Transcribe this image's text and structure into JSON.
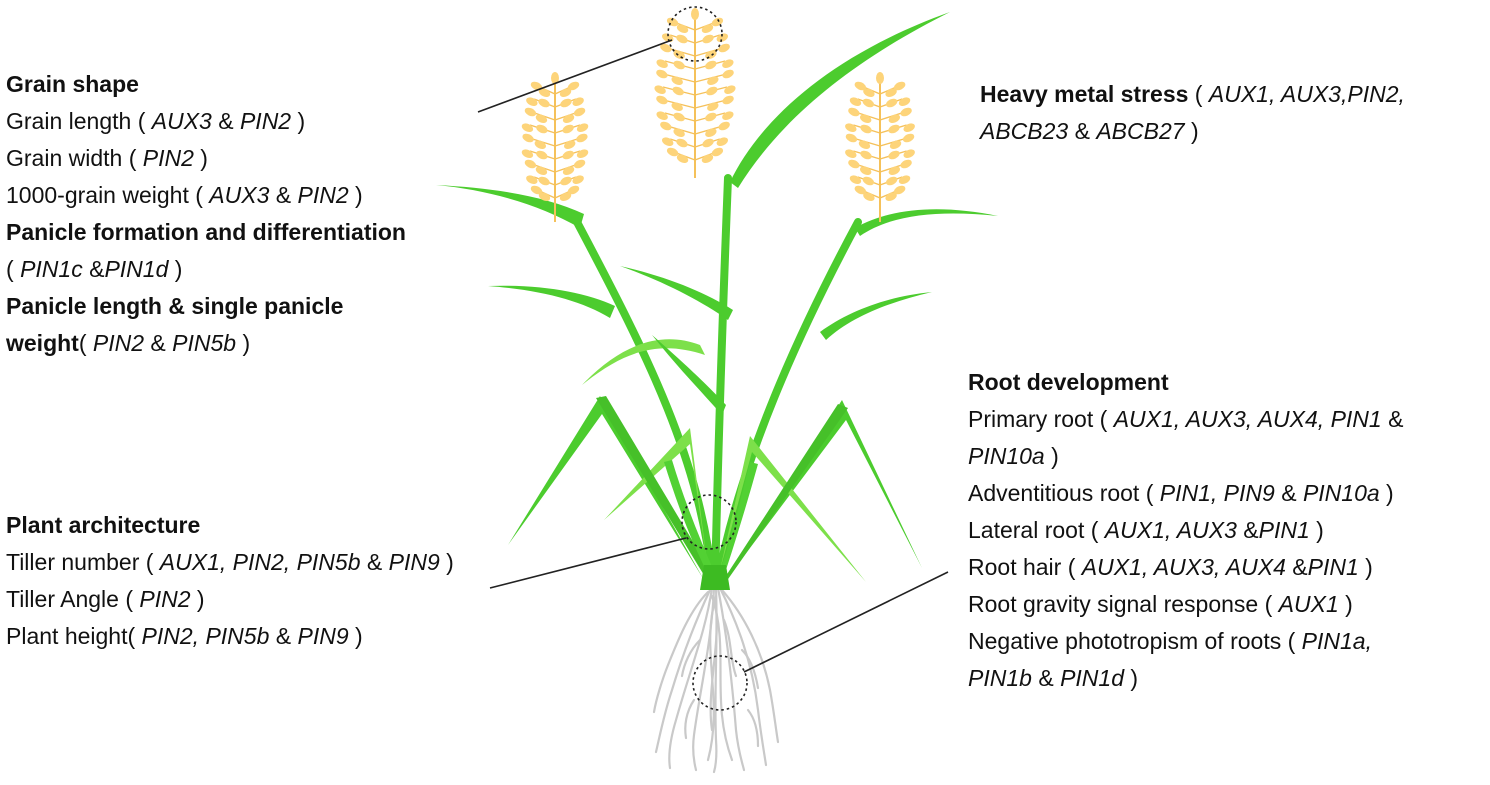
{
  "colors": {
    "leaf": "#4ccc2e",
    "leaf_light": "#7de04a",
    "grain": "#fdd47a",
    "root": "#c9c9c9",
    "text": "#111111"
  },
  "callouts": {
    "grain": {
      "lines": [
        [
          {
            "t": "Grain shape",
            "s": "h"
          }
        ],
        [
          {
            "t": "Grain length ( ",
            "s": "r"
          },
          {
            "t": "AUX3 ",
            "s": "g"
          },
          {
            "t": " & ",
            "s": "r"
          },
          {
            "t": "PIN2",
            "s": "g"
          },
          {
            "t": " )",
            "s": "r"
          }
        ],
        [
          {
            "t": "Grain width ( ",
            "s": "r"
          },
          {
            "t": "PIN2",
            "s": "g"
          },
          {
            "t": " )",
            "s": "r"
          }
        ],
        [
          {
            "t": "1000-grain weight ( ",
            "s": "r"
          },
          {
            "t": "AUX3",
            "s": "g"
          },
          {
            "t": " & ",
            "s": "r"
          },
          {
            "t": "PIN2",
            "s": "g"
          },
          {
            "t": " )",
            "s": "r"
          }
        ],
        [
          {
            "t": "Panicle formation and differentiation",
            "s": "h"
          }
        ],
        [
          {
            "t": "( ",
            "s": "r"
          },
          {
            "t": "PIN1c",
            "s": "g"
          },
          {
            "t": " &",
            "s": "r"
          },
          {
            "t": "PIN1d",
            "s": "g"
          },
          {
            "t": " )",
            "s": "r"
          }
        ],
        [
          {
            "t": "Panicle length & single panicle",
            "s": "h"
          }
        ],
        [
          {
            "t": "weight",
            "s": "h"
          },
          {
            "t": "( ",
            "s": "r"
          },
          {
            "t": "PIN2",
            "s": "g"
          },
          {
            "t": " & ",
            "s": "r"
          },
          {
            "t": "PIN5b",
            "s": "g"
          },
          {
            "t": " )",
            "s": "r"
          }
        ]
      ]
    },
    "metal": {
      "lines": [
        [
          {
            "t": "Heavy metal stress",
            "s": "h"
          },
          {
            "t": " ( ",
            "s": "r"
          },
          {
            "t": "AUX1, AUX3,PIN2,",
            "s": "g"
          }
        ],
        [
          {
            "t": "ABCB23",
            "s": "g"
          },
          {
            "t": " & ",
            "s": "r"
          },
          {
            "t": "ABCB27",
            "s": "g"
          },
          {
            "t": " )",
            "s": "r"
          }
        ]
      ]
    },
    "arch": {
      "lines": [
        [
          {
            "t": "Plant architecture",
            "s": "h"
          }
        ],
        [
          {
            "t": "Tiller number ( ",
            "s": "r"
          },
          {
            "t": "AUX1, PIN2, PIN5b",
            "s": "g"
          },
          {
            "t": " & ",
            "s": "r"
          },
          {
            "t": "PIN9",
            "s": "g"
          },
          {
            "t": " )",
            "s": "r"
          }
        ],
        [
          {
            "t": "Tiller Angle ( ",
            "s": "r"
          },
          {
            "t": "PIN2",
            "s": "g"
          },
          {
            "t": " )",
            "s": "r"
          }
        ],
        [
          {
            "t": "Plant height( ",
            "s": "r"
          },
          {
            "t": "PIN2, PIN5b",
            "s": "g"
          },
          {
            "t": " & ",
            "s": "r"
          },
          {
            "t": "PIN9",
            "s": "g"
          },
          {
            "t": " )",
            "s": "r"
          }
        ]
      ]
    },
    "root": {
      "lines": [
        [
          {
            "t": "Root development",
            "s": "h"
          }
        ],
        [
          {
            "t": "Primary root ( ",
            "s": "r"
          },
          {
            "t": "AUX1, AUX3, AUX4, PIN1",
            "s": "g"
          },
          {
            "t": "  &",
            "s": "r"
          }
        ],
        [
          {
            "t": "PIN10a",
            "s": "g"
          },
          {
            "t": " )",
            "s": "r"
          }
        ],
        [
          {
            "t": "Adventitious root ( ",
            "s": "r"
          },
          {
            "t": "PIN1, PIN9",
            "s": "g"
          },
          {
            "t": "  & ",
            "s": "r"
          },
          {
            "t": "PIN10a",
            "s": "g"
          },
          {
            "t": " )",
            "s": "r"
          }
        ],
        [
          {
            "t": "Lateral root ( ",
            "s": "r"
          },
          {
            "t": "AUX1, AUX3",
            "s": "g"
          },
          {
            "t": " &",
            "s": "r"
          },
          {
            "t": "PIN1",
            "s": "g"
          },
          {
            "t": " )",
            "s": "r"
          }
        ],
        [
          {
            "t": "Root hair ( ",
            "s": "r"
          },
          {
            "t": "AUX1, AUX3, AUX4",
            "s": "g"
          },
          {
            "t": " &",
            "s": "r"
          },
          {
            "t": "PIN1",
            "s": "g"
          },
          {
            "t": " )",
            "s": "r"
          }
        ],
        [
          {
            "t": "Root gravity signal response ( ",
            "s": "r"
          },
          {
            "t": "AUX1",
            "s": "g"
          },
          {
            "t": " )",
            "s": "r"
          }
        ],
        [
          {
            "t": "Negative phototropism of  roots  ( ",
            "s": "r"
          },
          {
            "t": "PIN1a,",
            "s": "g"
          }
        ],
        [
          {
            "t": "PIN1b",
            "s": "g"
          },
          {
            "t": " & ",
            "s": "r"
          },
          {
            "t": "PIN1d",
            "s": "g"
          },
          {
            "t": " )",
            "s": "r"
          }
        ]
      ]
    }
  }
}
